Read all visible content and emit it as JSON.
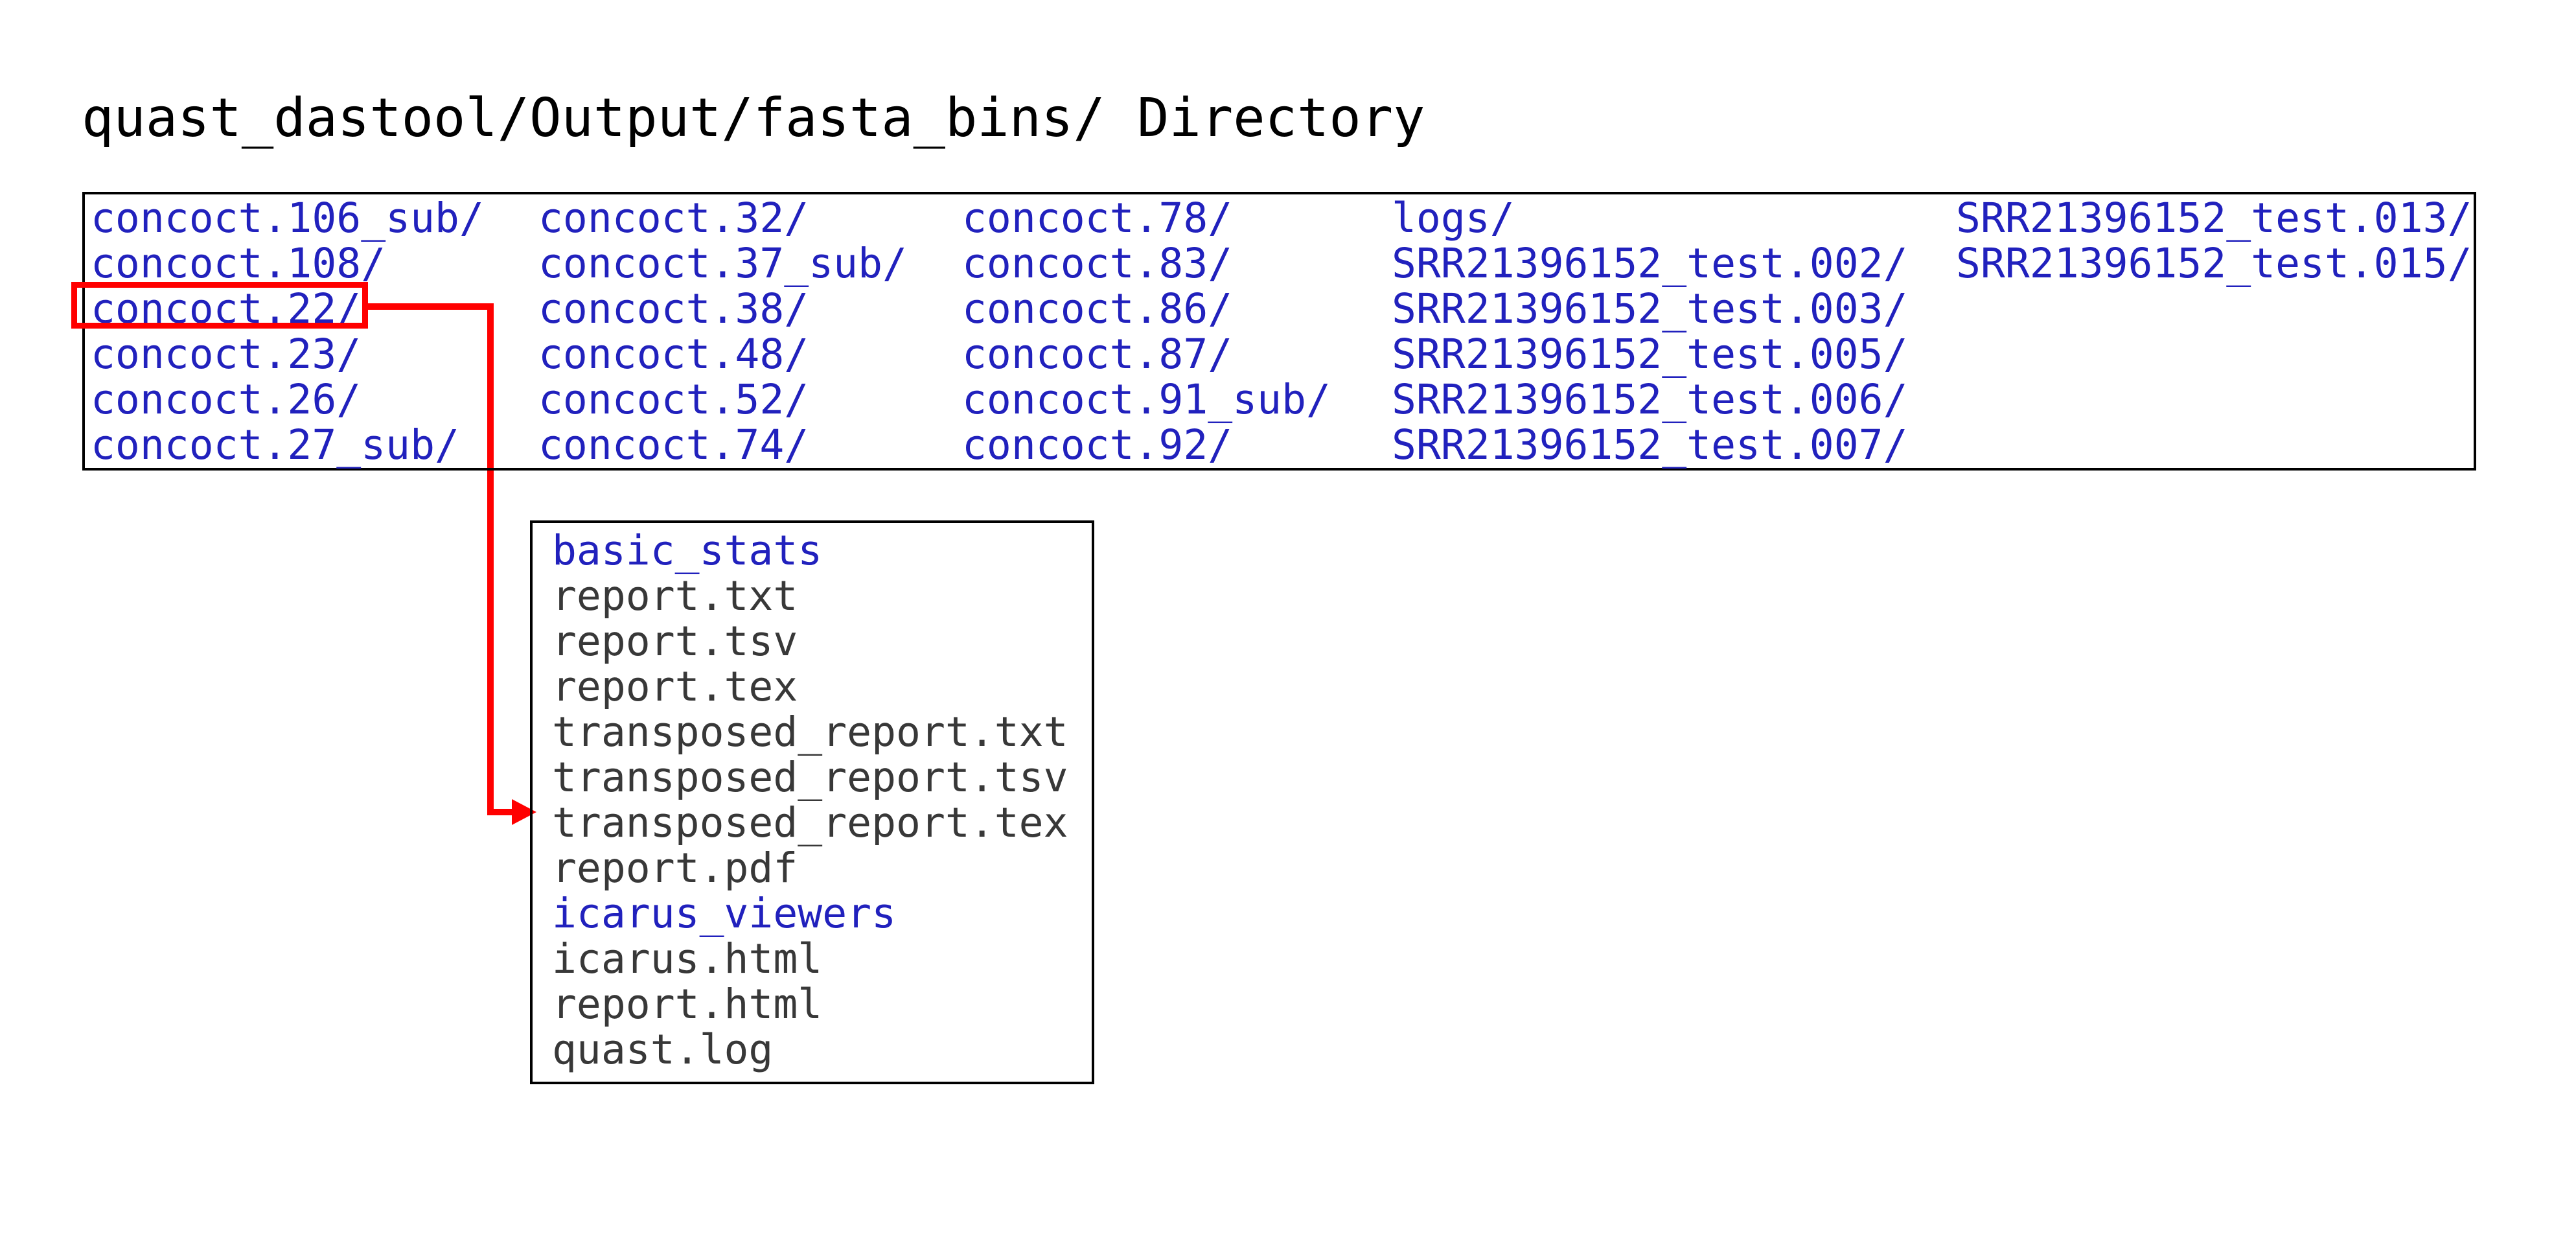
{
  "title": "quast_dastool/Output/fasta_bins/ Directory",
  "colors": {
    "directory_blue": "#2121bd",
    "file_gray": "#383838",
    "accent_red": "#ff0000",
    "border_black": "#000000",
    "background": "#ffffff",
    "title_black": "#000000"
  },
  "directory_listing": {
    "columns": [
      [
        "concoct.106_sub/",
        "concoct.108/",
        "concoct.22/",
        "concoct.23/",
        "concoct.26/",
        "concoct.27_sub/"
      ],
      [
        "concoct.32/",
        "concoct.37_sub/",
        "concoct.38/",
        "concoct.48/",
        "concoct.52/",
        "concoct.74/"
      ],
      [
        "concoct.78/",
        "concoct.83/",
        "concoct.86/",
        "concoct.87/",
        "concoct.91_sub/",
        "concoct.92/"
      ],
      [
        "logs/",
        "SRR21396152_test.002/",
        "SRR21396152_test.003/",
        "SRR21396152_test.005/",
        "SRR21396152_test.006/",
        "SRR21396152_test.007/"
      ],
      [
        "SRR21396152_test.013/",
        "SRR21396152_test.015/"
      ]
    ],
    "highlighted_entry": "concoct.22/"
  },
  "subdirectory_listing": {
    "parent": "concoct.22/",
    "entries": [
      {
        "name": "basic_stats",
        "type": "dir"
      },
      {
        "name": "report.txt",
        "type": "file"
      },
      {
        "name": "report.tsv",
        "type": "file"
      },
      {
        "name": "report.tex",
        "type": "file"
      },
      {
        "name": "transposed_report.txt",
        "type": "file"
      },
      {
        "name": "transposed_report.tsv",
        "type": "file"
      },
      {
        "name": "transposed_report.tex",
        "type": "file"
      },
      {
        "name": "report.pdf",
        "type": "file"
      },
      {
        "name": "icarus_viewers",
        "type": "dir"
      },
      {
        "name": "icarus.html",
        "type": "file"
      },
      {
        "name": "report.html",
        "type": "file"
      },
      {
        "name": "quast.log",
        "type": "file"
      }
    ]
  }
}
